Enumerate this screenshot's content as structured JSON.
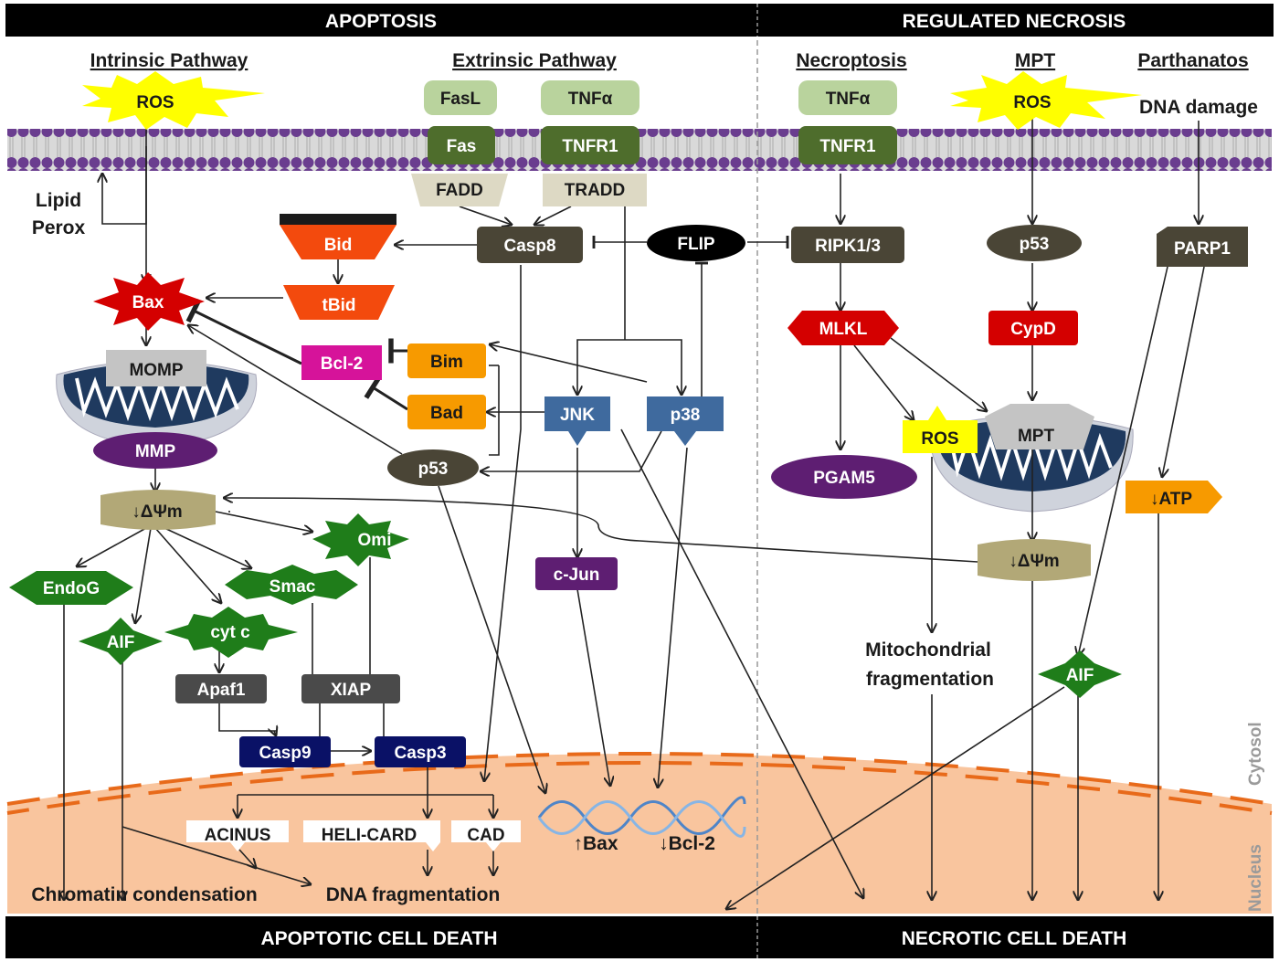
{
  "headers": {
    "apoptosis": "APOPTOSIS",
    "regulated_necrosis": "REGULATED NECROSIS",
    "apoptotic_death": "APOPTOTIC CELL DEATH",
    "necrotic_death": "NECROTIC CELL DEATH"
  },
  "sections": {
    "intrinsic": "Intrinsic Pathway",
    "extrinsic": "Extrinsic Pathway",
    "necroptosis": "Necroptosis",
    "mpt": "MPT",
    "parthanatos": "Parthanatos"
  },
  "regions": {
    "cytosol": "Cytosol",
    "nucleus": "Nucleus"
  },
  "nodes": {
    "ros_left": "ROS",
    "fasl": "FasL",
    "tnfa_left": "TNFα",
    "fas": "Fas",
    "tnfr1_left": "TNFR1",
    "fadd": "FADD",
    "tradd": "TRADD",
    "lipid": "Lipid",
    "perox": "Perox",
    "casp8": "Casp8",
    "flip": "FLIP",
    "bid": "Bid",
    "tbid": "tBid",
    "bax": "Bax",
    "bcl2": "Bcl-2",
    "bim": "Bim",
    "bad": "Bad",
    "jnk": "JNK",
    "p38": "p38",
    "momp": "MOMP",
    "mmp": "MMP",
    "p53_left": "p53",
    "dpsi_left": "↓ΔΨm",
    "omi": "Omi",
    "endog": "EndoG",
    "smac": "Smac",
    "aif_left": "AIF",
    "cytc": "cyt c",
    "cjun": "c-Jun",
    "apaf1": "Apaf1",
    "xiap": "XIAP",
    "casp9": "Casp9",
    "casp3": "Casp3",
    "acinus": "ACINUS",
    "helicard": "HELI-CARD",
    "cad": "CAD",
    "up_bax": "↑Bax",
    "down_bcl2": "↓Bcl-2",
    "chromatin": "Chromatin condensation",
    "dnafrag": "DNA fragmentation",
    "tnfa_right": "TNFα",
    "tnfr1_right": "TNFR1",
    "ros_right": "ROS",
    "dna_damage": "DNA damage",
    "ripk": "RIPK1/3",
    "p53_right": "p53",
    "parp1": "PARP1",
    "mlkl": "MLKL",
    "cypd": "CypD",
    "ros_mito": "ROS",
    "mpt_node": "MPT",
    "pgam5": "PGAM5",
    "atp": "↓ATP",
    "dpsi_right": "↓ΔΨm",
    "mito_frag_1": "Mitochondrial",
    "mito_frag_2": "fragmentation",
    "aif_right": "AIF"
  },
  "colors": {
    "black": "#000000",
    "ligand": "#b9d39d",
    "receptor": "#4e6d2c",
    "adaptor": "#ddd9c4",
    "olive": "#4a4536",
    "red": "#d40000",
    "orangered": "#f34a0d",
    "magenta": "#d6139a",
    "orange": "#f79a00",
    "steel": "#3f6a9e",
    "purple": "#5e1e72",
    "green": "#1f7d1a",
    "grey": "#4a4a4a",
    "navy": "#0a1166",
    "khaki": "#b2a877",
    "ros": "#ffff00",
    "nucleus": "#f9c59e",
    "membrane": "#6a3d8f"
  }
}
